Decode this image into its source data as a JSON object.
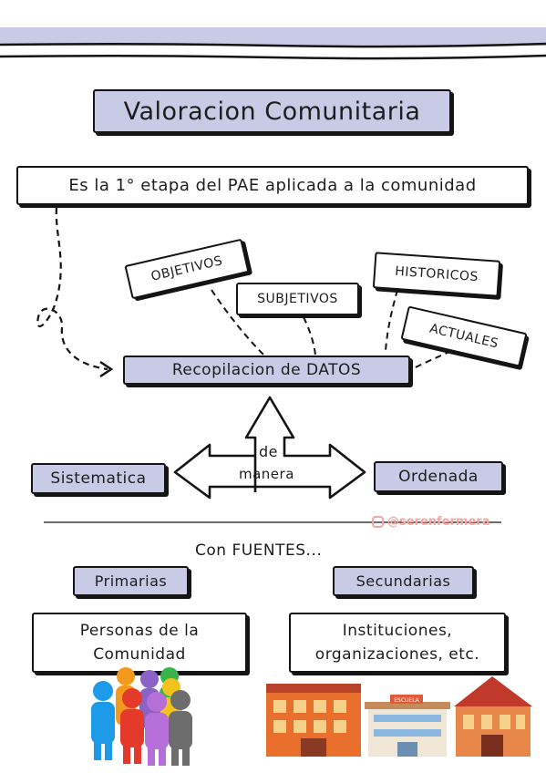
{
  "title": "Valoracion Comunitaria",
  "definition": "Es la 1° etapa del PAE aplicada a la comunidad",
  "data_types": {
    "objetivos": "OBJETIVOS",
    "subjetivos": "SUBJETIVOS",
    "historicos": "HISTORICOS",
    "actuales": "ACTUALES"
  },
  "central": "Recopilacion de DATOS",
  "manner": {
    "de": "de",
    "manera": "manera",
    "left": "Sistematica",
    "right": "Ordenada"
  },
  "watermark": "@serenfermera",
  "sources": {
    "heading": "Con FUENTES...",
    "primary_label": "Primarias",
    "primary_desc_line1": "Personas de la",
    "primary_desc_line2": "Comunidad",
    "secondary_label": "Secundarias",
    "secondary_desc_line1": "Instituciones,",
    "secondary_desc_line2": "organizaciones, etc.",
    "building_sign": "ESCUELA"
  },
  "colors": {
    "box_fill": "#c9cbe6",
    "ink": "#141414",
    "watermark": "#f3a6a2"
  }
}
